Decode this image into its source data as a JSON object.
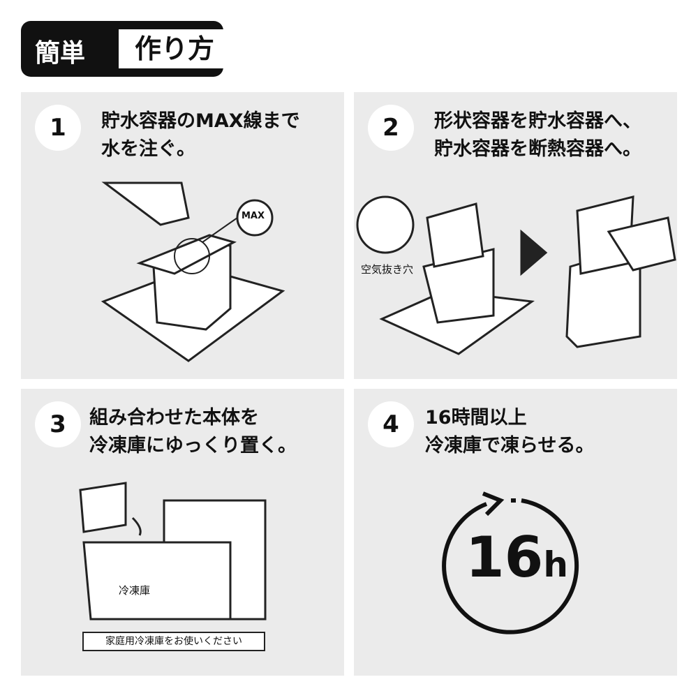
{
  "header": {
    "simple": "簡単",
    "title": "作り方"
  },
  "steps": [
    {
      "number": "1",
      "lines": [
        "貯水容器のMAX線まで",
        "水を注ぐ。"
      ],
      "labels": {
        "max": "MAX"
      }
    },
    {
      "number": "2",
      "lines": [
        "形状容器を貯水容器へ、",
        "貯水容器を断熱容器へ。"
      ],
      "labels": {
        "vent": "空気抜き穴"
      }
    },
    {
      "number": "3",
      "lines": [
        "組み合わせた本体を",
        "冷凍庫にゆっくり置く。"
      ],
      "labels": {
        "freezer": "冷凍庫",
        "note": "家庭用冷凍庫をお使いください"
      }
    },
    {
      "number": "4",
      "lines": [
        "16時間以上",
        "冷凍庫で凍らせる。"
      ],
      "labels": {
        "hours": "16",
        "unit": "h"
      }
    }
  ]
}
